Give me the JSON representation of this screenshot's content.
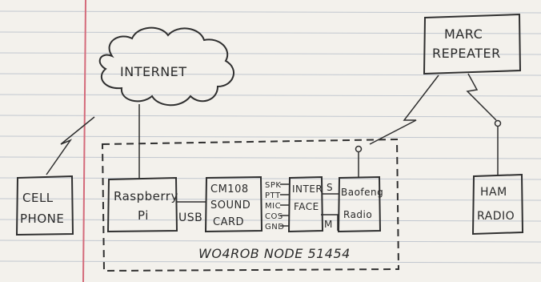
{
  "labels": {
    "internet": "INTERNET",
    "marc_line1": "MARC",
    "marc_line2": "REPEATER",
    "cell_line1": "CELL",
    "cell_line2": "PHONE",
    "rpi_line1": "Raspberry",
    "rpi_line2": "Pi",
    "usb": "USB",
    "card_line1": "CM108",
    "card_line2": "SOUND",
    "card_line3": "CARD",
    "pins": [
      "SPK",
      "PTT",
      "MIC",
      "COS",
      "GND"
    ],
    "iface_line1": "INTER",
    "iface_line2": "FACE",
    "s_label": "S",
    "m_label": "M",
    "radio_line1": "Baofeng",
    "radio_line2": "Radio",
    "ham_line1": "HAM",
    "ham_line2": "RADIO",
    "node": "WO4ROB NODE 51454"
  },
  "colors": {
    "ink": "#2f2f2f",
    "paper": "#f3f1ec",
    "rule_lines": "#9aa6b8",
    "margin_line": "#d46a7a"
  }
}
